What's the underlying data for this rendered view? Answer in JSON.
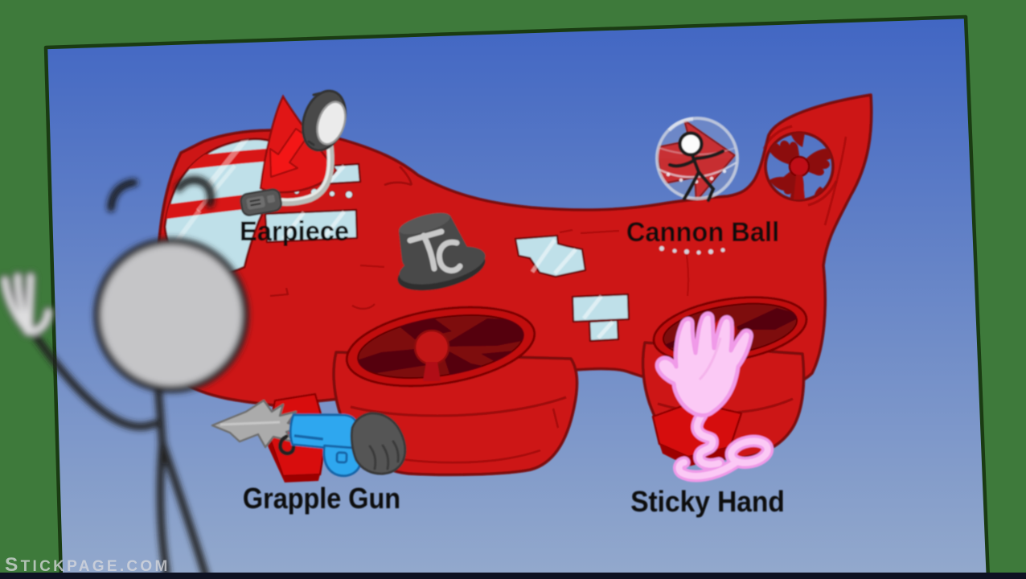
{
  "scene": {
    "description": "item selection screen on a poster showing a red airship",
    "items": [
      {
        "id": "earpiece",
        "label": "Earpiece"
      },
      {
        "id": "cannon-ball",
        "label": "Cannon Ball"
      },
      {
        "id": "grapple-gun",
        "label": "Grapple Gun"
      },
      {
        "id": "sticky-hand",
        "label": "Sticky Hand"
      }
    ],
    "airship_emblem": "TC",
    "watermark": {
      "initial": "S",
      "rest": "TICKPAGE.COM"
    }
  },
  "colors": {
    "wall_green": "#3e7a3b",
    "sky_top": "#4166c3",
    "sky_bottom": "#93a9cc",
    "poster_border": "#1a3b12",
    "ship_red": "#cd1212",
    "ship_outline": "#7a0707",
    "engine_dark": "#7e0a0c",
    "glass_blue": "#bfe0e9",
    "label_text": "#0d0d0d",
    "gun_blue": "#2fa7ef",
    "sticky_pink_fill": "#fbc9f5",
    "sticky_pink_edge": "#f09ae8",
    "bottom_bar": "#0e1222",
    "watermark_grey": "#d9dade"
  }
}
